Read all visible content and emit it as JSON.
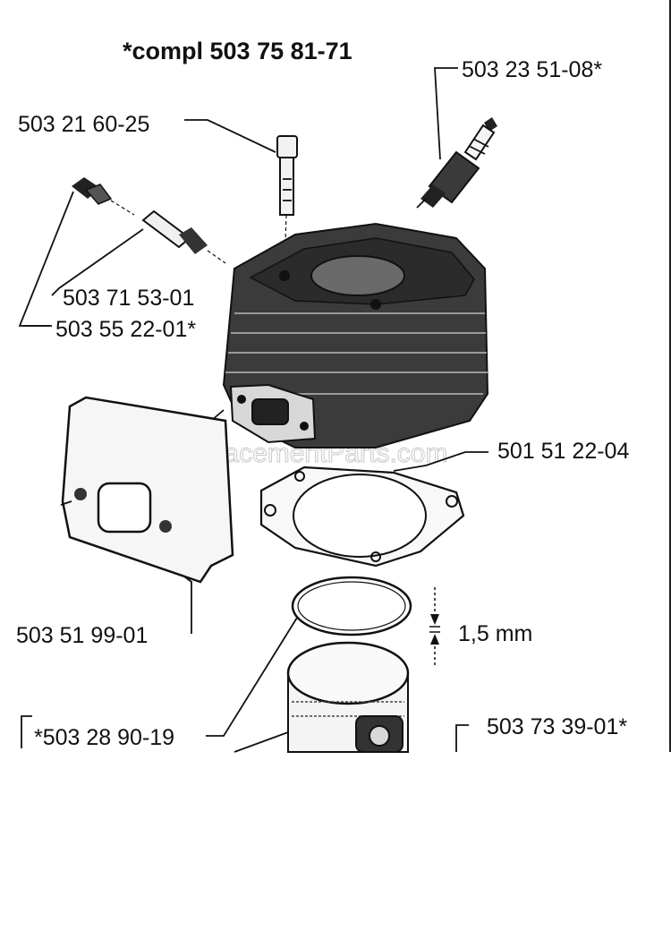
{
  "title": "*compl 503 75 81-71",
  "watermark": "eReplacementParts.com",
  "labels": {
    "spark_plug": "503 23 51-08*",
    "bolt": "503 21 60-25",
    "nipple": "503 71 53-01",
    "valve": "503 55 22-01*",
    "gasket": "501 51 22-04",
    "muffler_gasket": "503 51 99-01",
    "ring_gap": "1,5 mm",
    "piston_kit": "*503 28 90-19",
    "piston_pin": "503 73 39-01*"
  },
  "colors": {
    "ink": "#111111",
    "cylinder": "#333333",
    "fin": "#1a1a1a",
    "watermark": "#c8c8c8"
  }
}
